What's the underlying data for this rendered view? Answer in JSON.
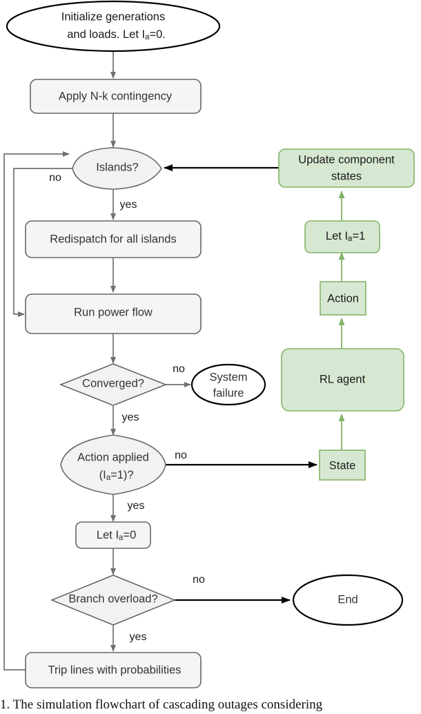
{
  "diagram": {
    "type": "flowchart",
    "title": "Reinforcement-learning cascading failure simulation flowchart",
    "colors": {
      "process_fill": "#f5f5f5",
      "process_border": "#666666",
      "terminator_fill": "#ffffff",
      "terminator_border": "#000000",
      "decision_fill": "#f2f2f2",
      "decision_border": "#666666",
      "agent_fill": "#d7e8d2",
      "agent_border": "#82b366",
      "edge_gray": "#707070",
      "edge_black": "#000000",
      "edge_green": "#82b366"
    },
    "nodes": [
      {
        "id": "start",
        "shape": "terminator",
        "line1": "Initialize generations",
        "line2": "and loads. Let I",
        "sub": "a",
        "line2_tail": "=0."
      },
      {
        "id": "contingency",
        "shape": "process",
        "label": "Apply N-k contingency"
      },
      {
        "id": "islands",
        "shape": "decision",
        "label": "Islands?"
      },
      {
        "id": "redispatch",
        "shape": "process",
        "label": "Redispatch for all islands"
      },
      {
        "id": "powerflow",
        "shape": "process",
        "label": "Run power flow"
      },
      {
        "id": "converged",
        "shape": "decision",
        "label": "Converged?"
      },
      {
        "id": "sysfail",
        "shape": "terminator",
        "line1": "System",
        "line2": "failure"
      },
      {
        "id": "actionapplied",
        "shape": "decision",
        "line1": "Action applied",
        "line2_pre": "(I",
        "sub": "a",
        "line2_tail": "=1)?"
      },
      {
        "id": "letia0",
        "shape": "process",
        "label_pre": "Let I",
        "sub": "a",
        "label_tail": "=0"
      },
      {
        "id": "overload",
        "shape": "decision",
        "label": "Branch overload?"
      },
      {
        "id": "end",
        "shape": "terminator",
        "label": "End"
      },
      {
        "id": "tripline",
        "shape": "process",
        "label": "Trip lines with probabilities"
      },
      {
        "id": "updatestates",
        "shape": "agent-round",
        "line1": "Update component",
        "line2": "states"
      },
      {
        "id": "letia1",
        "shape": "agent-round",
        "label_pre": "Let I",
        "sub": "a",
        "label_tail": "=1"
      },
      {
        "id": "action",
        "shape": "agent-rect",
        "label": "Action"
      },
      {
        "id": "rlagent",
        "shape": "agent-round",
        "label": "RL agent"
      },
      {
        "id": "state",
        "shape": "agent-rect",
        "label": "State"
      }
    ],
    "edge_labels": {
      "islands_no": "no",
      "islands_yes": "yes",
      "converged_no": "no",
      "converged_yes": "yes",
      "action_no": "no",
      "action_yes": "yes",
      "overload_no": "no",
      "overload_yes": "yes"
    },
    "edges": [
      {
        "from": "start",
        "to": "contingency",
        "label": ""
      },
      {
        "from": "contingency",
        "to": "islands",
        "label": ""
      },
      {
        "from": "islands",
        "to": "powerflow",
        "label": "no"
      },
      {
        "from": "islands",
        "to": "redispatch",
        "label": "yes"
      },
      {
        "from": "redispatch",
        "to": "powerflow",
        "label": ""
      },
      {
        "from": "powerflow",
        "to": "converged",
        "label": ""
      },
      {
        "from": "converged",
        "to": "sysfail",
        "label": "no"
      },
      {
        "from": "converged",
        "to": "actionapplied",
        "label": "yes"
      },
      {
        "from": "actionapplied",
        "to": "state",
        "label": "no"
      },
      {
        "from": "actionapplied",
        "to": "letia0",
        "label": "yes"
      },
      {
        "from": "letia0",
        "to": "overload",
        "label": ""
      },
      {
        "from": "overload",
        "to": "end",
        "label": "no"
      },
      {
        "from": "overload",
        "to": "tripline",
        "label": "yes"
      },
      {
        "from": "tripline",
        "to": "islands",
        "label": ""
      },
      {
        "from": "state",
        "to": "rlagent",
        "label": ""
      },
      {
        "from": "rlagent",
        "to": "action",
        "label": ""
      },
      {
        "from": "action",
        "to": "letia1",
        "label": ""
      },
      {
        "from": "letia1",
        "to": "updatestates",
        "label": ""
      },
      {
        "from": "updatestates",
        "to": "islands",
        "label": ""
      }
    ]
  },
  "caption": {
    "text": "1.  The simulation flowchart of cascading outages considering"
  }
}
